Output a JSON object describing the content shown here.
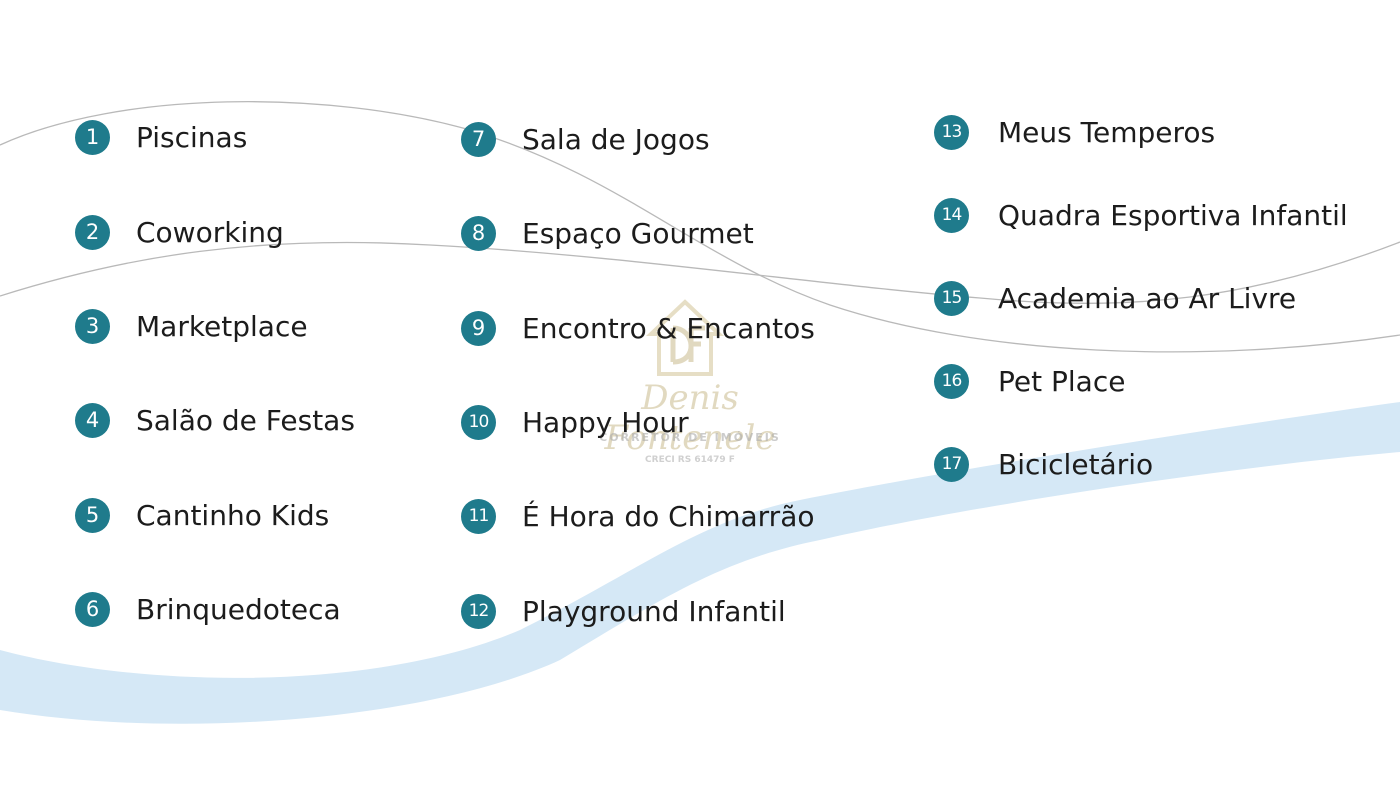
{
  "watermark": {
    "name": "Denis Fontenele",
    "subtitle": "CORRETOR DE IMÓVEIS",
    "creci": "CRECI RS 61479 F"
  },
  "colors": {
    "badge": "#1f7b8c",
    "wave": "#d5e8f6",
    "line": "#b9b9b9",
    "text": "#1c1c1c"
  },
  "columns": [
    {
      "items": [
        {
          "number": "1",
          "label": "Piscinas"
        },
        {
          "number": "2",
          "label": "Coworking"
        },
        {
          "number": "3",
          "label": "Marketplace"
        },
        {
          "number": "4",
          "label": "Salão de Festas"
        },
        {
          "number": "5",
          "label": "Cantinho Kids"
        },
        {
          "number": "6",
          "label": "Brinquedoteca"
        }
      ]
    },
    {
      "items": [
        {
          "number": "7",
          "label": "Sala de Jogos"
        },
        {
          "number": "8",
          "label": "Espaço Gourmet"
        },
        {
          "number": "9",
          "label": "Encontro & Encantos"
        },
        {
          "number": "10",
          "label": "Happy Hour"
        },
        {
          "number": "11",
          "label": "É Hora do Chimarrão"
        },
        {
          "number": "12",
          "label": "Playground Infantil"
        }
      ]
    },
    {
      "items": [
        {
          "number": "13",
          "label": "Meus Temperos"
        },
        {
          "number": "14",
          "label": "Quadra Esportiva Infantil"
        },
        {
          "number": "15",
          "label": "Academia ao Ar Livre"
        },
        {
          "number": "16",
          "label": "Pet Place"
        },
        {
          "number": "17",
          "label": "Bicicletário"
        }
      ]
    }
  ]
}
